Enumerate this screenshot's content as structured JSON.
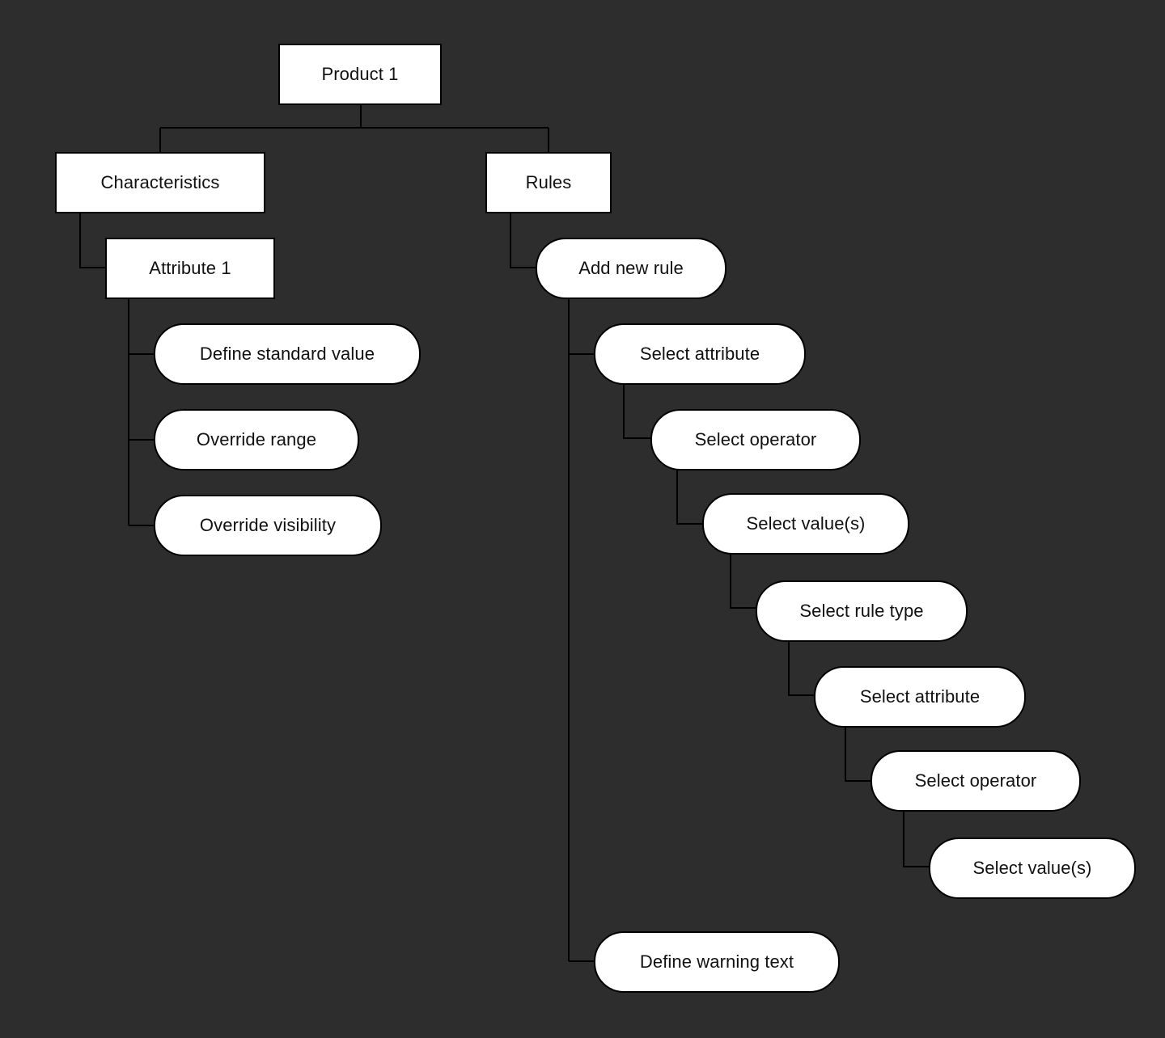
{
  "diagram": {
    "root": "Product 1",
    "characteristics": {
      "label": "Characteristics",
      "attribute": "Attribute 1",
      "attribute_actions": [
        "Define standard value",
        "Override range",
        "Override visibility"
      ]
    },
    "rules": {
      "label": "Rules",
      "add_rule": "Add new rule",
      "steps": [
        "Select attribute",
        "Select operator",
        "Select value(s)",
        "Select rule type",
        "Select attribute",
        "Select operator",
        "Select value(s)"
      ],
      "warning": "Define warning text"
    }
  }
}
